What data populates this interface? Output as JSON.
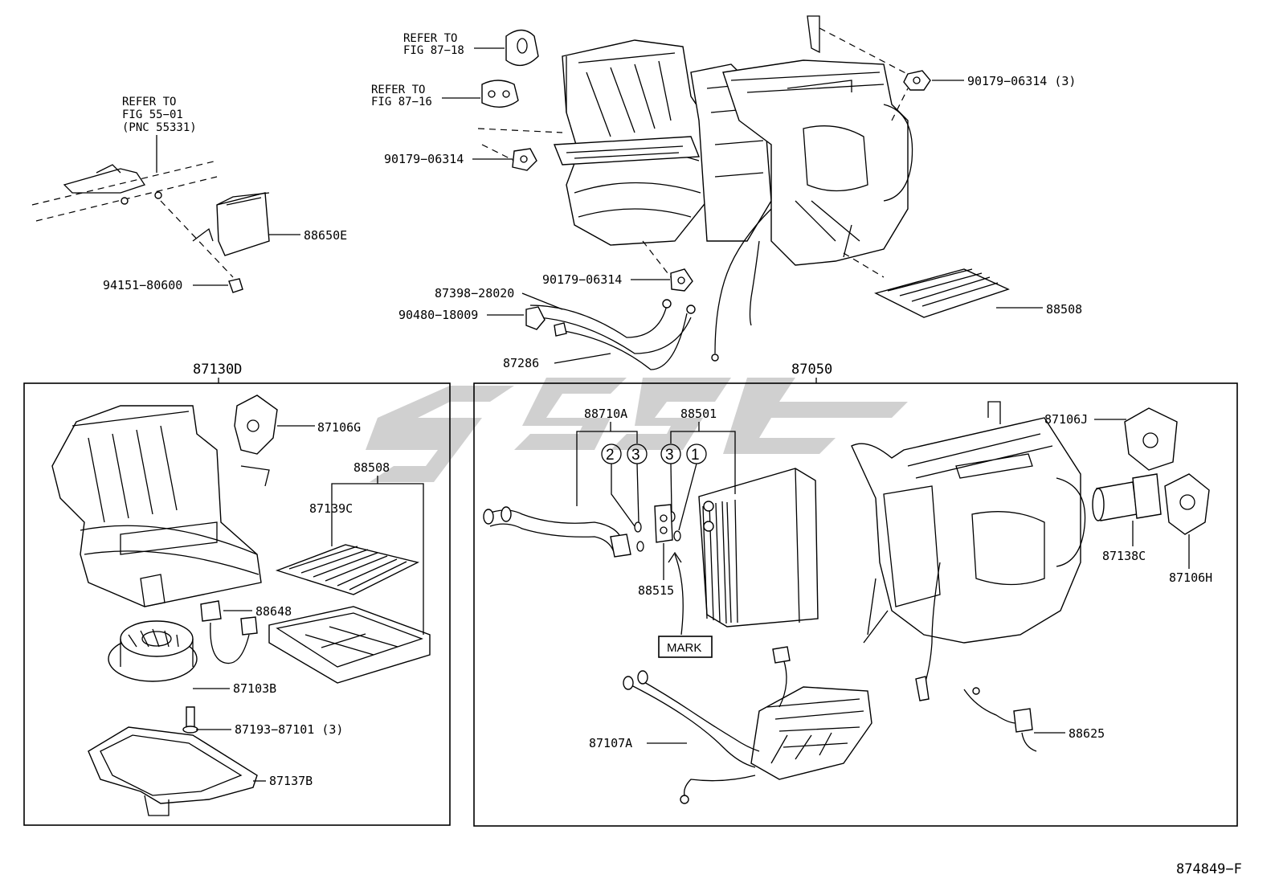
{
  "watermark": {
    "color": "#bdbdbd"
  },
  "figure_code": "874849−F",
  "top": {
    "refer_1": [
      "REFER TO",
      "FIG 87−18"
    ],
    "refer_2": [
      "REFER TO",
      "FIG 87−16"
    ],
    "refer_3": [
      "REFER TO",
      "FIG 55−01",
      "(PNC 55331)"
    ],
    "labels": {
      "p90179_06314_3": "90179−06314 (3)",
      "p90179_06314_a": "90179−06314",
      "p90179_06314_b": "90179−06314",
      "p88650E": "88650E",
      "p94151_80600": "94151−80600",
      "p87398_28020": "87398−28020",
      "p90480_18009": "90480−18009",
      "p87286": "87286",
      "p88508": "88508"
    }
  },
  "left_box": {
    "title": "87130D",
    "labels": {
      "p87106G": "87106G",
      "p88508": "88508",
      "p87139C": "87139C",
      "p88648": "88648",
      "p87103B": "87103B",
      "p87193_87101": "87193−87101 (3)",
      "p87137B": "87137B"
    }
  },
  "right_box": {
    "title": "87050",
    "labels": {
      "p88710A": "88710A",
      "p88501": "88501",
      "c2": "2",
      "c3a": "3",
      "c3b": "3",
      "c1": "1",
      "p88515": "88515",
      "mark": "MARK",
      "p87106J": "87106J",
      "p87138C": "87138C",
      "p87106H": "87106H",
      "p87107A": "87107A",
      "p88625": "88625"
    }
  }
}
